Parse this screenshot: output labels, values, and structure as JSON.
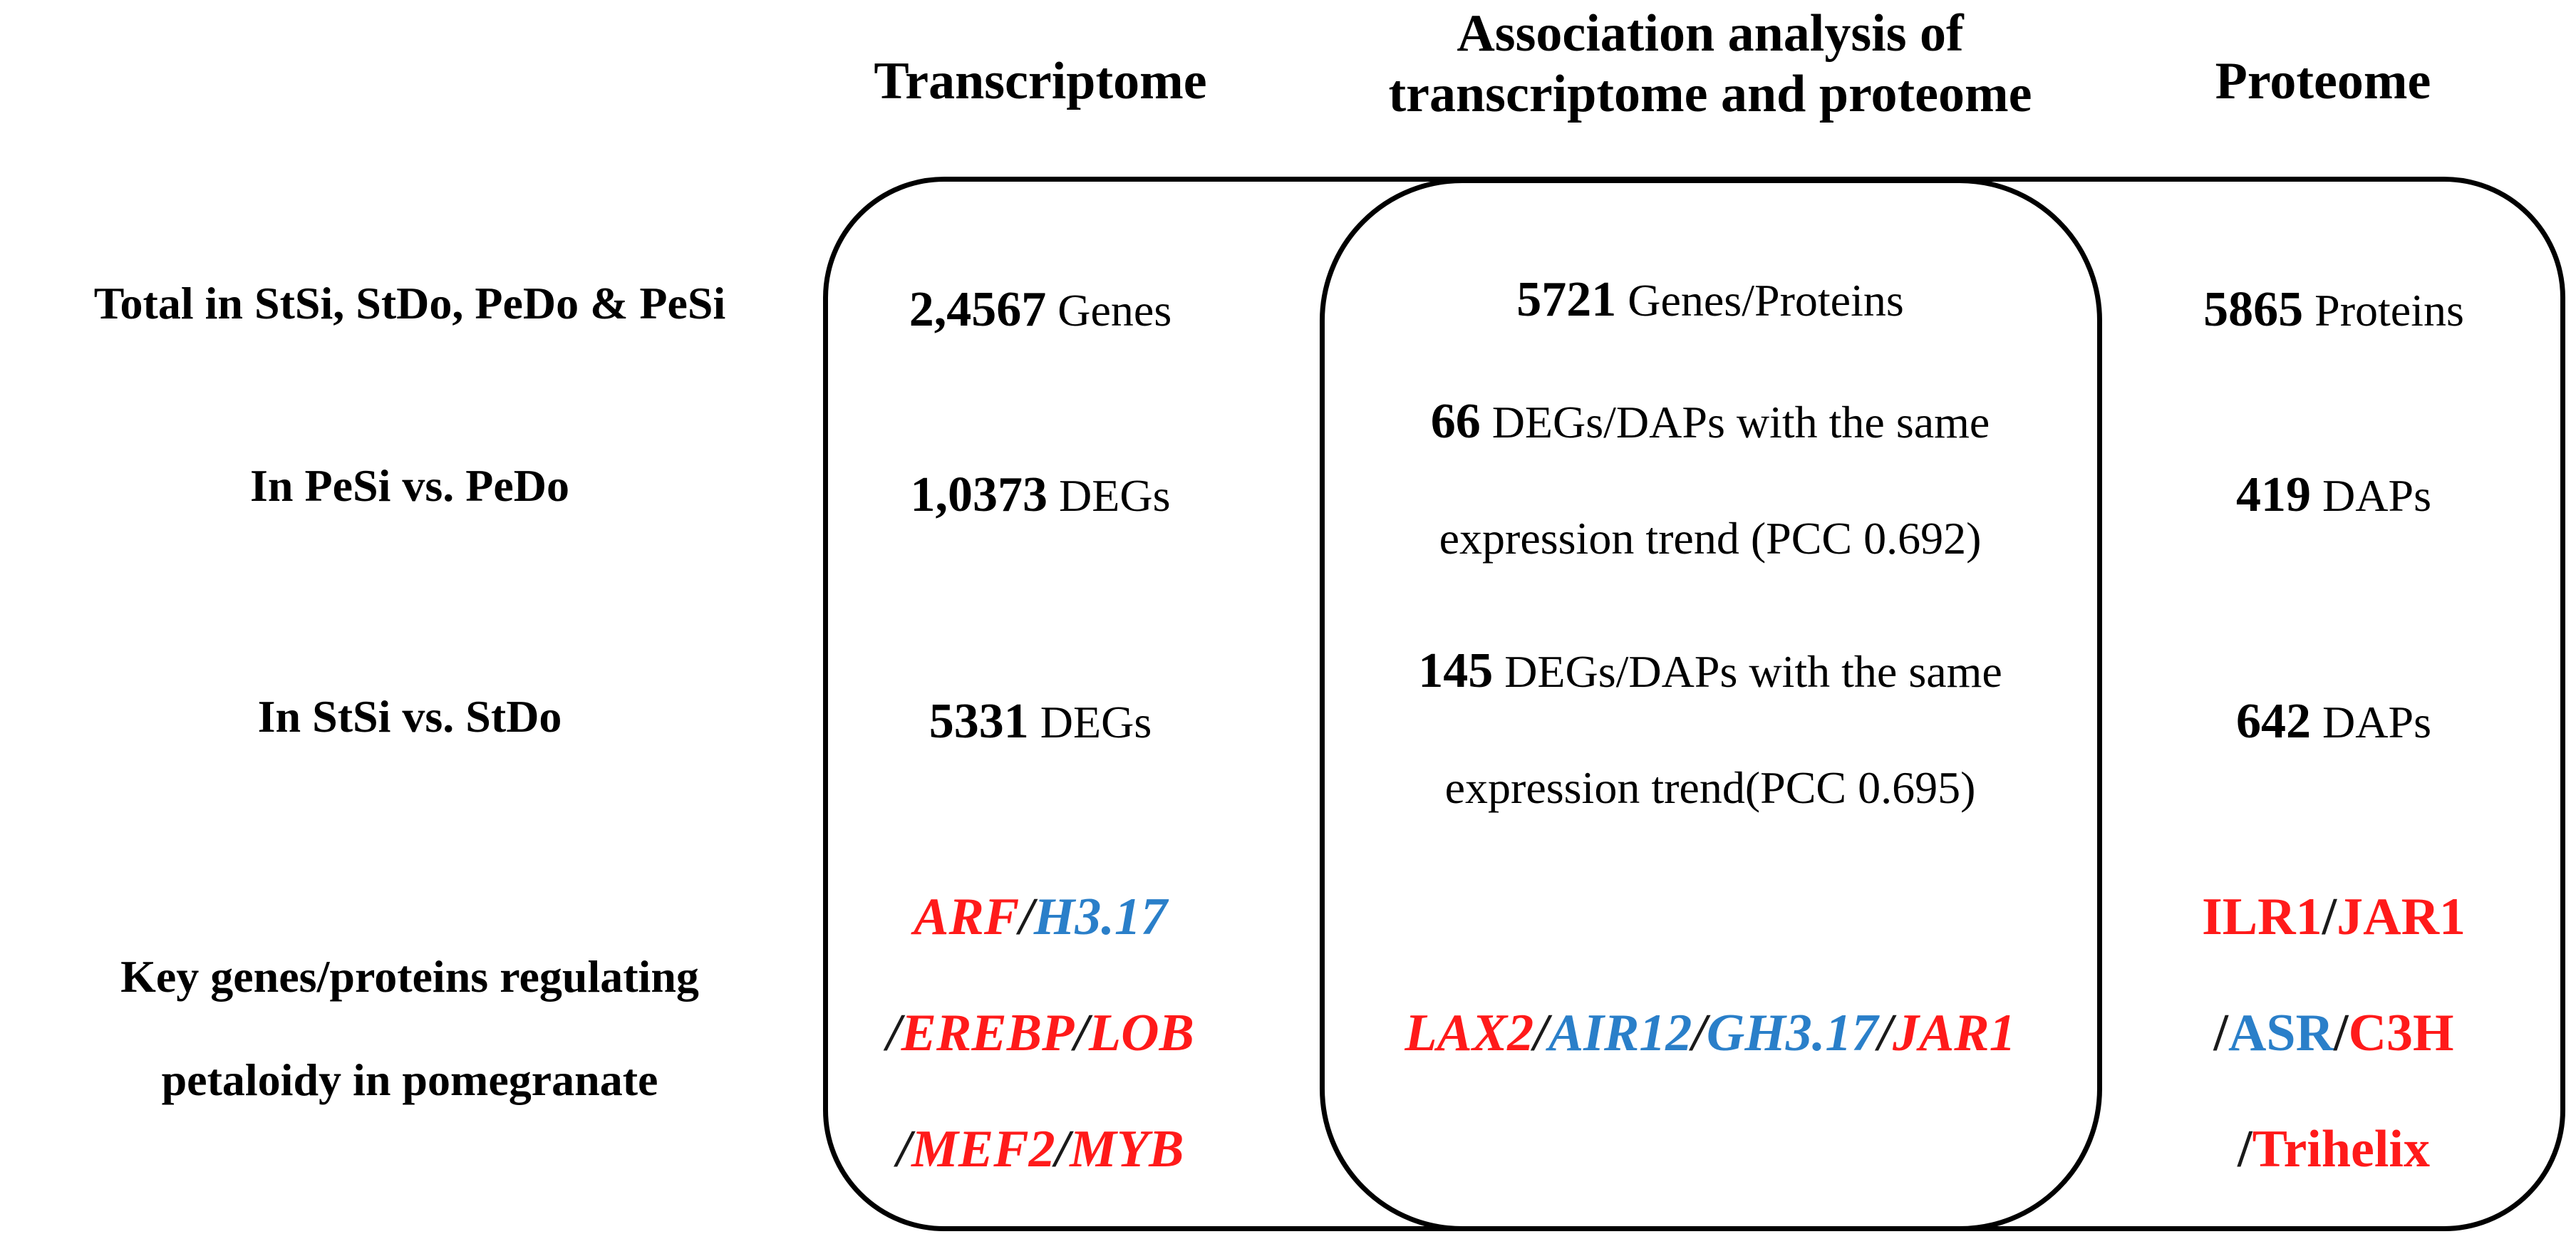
{
  "headers": {
    "transcriptome": "Transcriptome",
    "association_line1": "Association analysis of",
    "association_line2": "transcriptome and proteome",
    "proteome": "Proteome"
  },
  "row_labels": {
    "total": "Total in StSi, StDo, PeDo & PeSi",
    "pesi_vs_pedo": "In PeSi vs. PeDo",
    "stsi_vs_stdo": "In StSi vs. StDo",
    "key_line1": "Key genes/proteins regulating",
    "key_line2": "petaloidy in pomegranate"
  },
  "transcriptome": {
    "total_num": "2,4567",
    "total_unit": "Genes",
    "pesi_num": "1,0373",
    "pesi_unit": "DEGs",
    "stsi_num": "5331",
    "stsi_unit": "DEGs"
  },
  "association": {
    "total_num": "5721",
    "total_unit": "Genes/Proteins",
    "pesi_num": "66",
    "pesi_text1": "DEGs/DAPs with the same",
    "pesi_text2": "expression trend (PCC 0.692)",
    "stsi_num": "145",
    "stsi_text1": "DEGs/DAPs with the same",
    "stsi_text2": "expression trend(PCC 0.695)"
  },
  "proteome": {
    "total_num": "5865",
    "total_unit": "Proteins",
    "pesi_num": "419",
    "pesi_unit": "DAPs",
    "stsi_num": "642",
    "stsi_unit": "DAPs"
  },
  "key_genes": {
    "transcriptome": {
      "arf": "ARF",
      "h317": "H3.17",
      "erebp": "EREBP",
      "lob": "LOB",
      "mef2": "MEF2",
      "myb": "MYB"
    },
    "association": {
      "lax2": "LAX2",
      "air12": "AIR12",
      "gh317": "GH3.17",
      "jar1": "JAR1"
    },
    "proteome": {
      "ilr1": "ILR1",
      "jar1": "JAR1",
      "asr": "ASR",
      "c3h": "C3H",
      "trihelix": "Trihelix"
    },
    "separator": "/"
  },
  "colors": {
    "upregulated": "#ff1a1a",
    "downregulated": "#2a7fc9"
  }
}
